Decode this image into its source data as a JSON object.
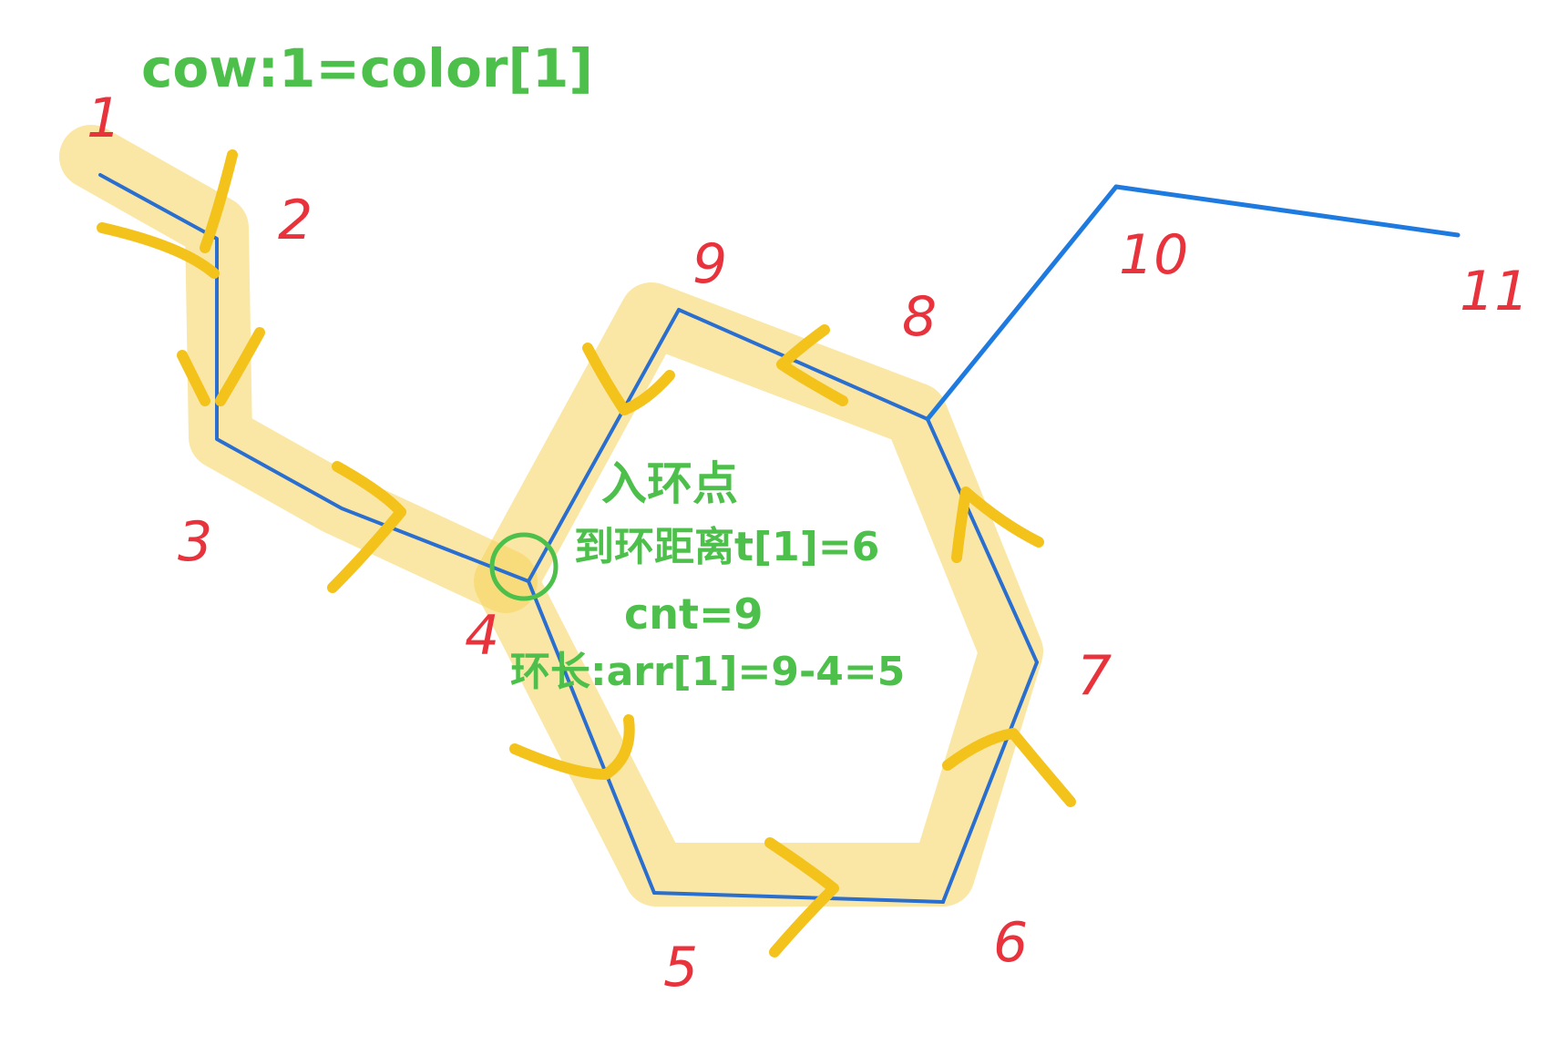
{
  "diagram": {
    "nodes": [
      {
        "id": "1",
        "label": "1"
      },
      {
        "id": "2",
        "label": "2"
      },
      {
        "id": "3",
        "label": "3"
      },
      {
        "id": "4",
        "label": "4"
      },
      {
        "id": "5",
        "label": "5"
      },
      {
        "id": "6",
        "label": "6"
      },
      {
        "id": "7",
        "label": "7"
      },
      {
        "id": "8",
        "label": "8"
      },
      {
        "id": "9",
        "label": "9"
      },
      {
        "id": "10",
        "label": "10"
      },
      {
        "id": "11",
        "label": "11"
      }
    ],
    "edges": [
      [
        "1",
        "2"
      ],
      [
        "2",
        "3"
      ],
      [
        "3",
        "4"
      ],
      [
        "4",
        "5"
      ],
      [
        "5",
        "6"
      ],
      [
        "6",
        "7"
      ],
      [
        "7",
        "8"
      ],
      [
        "8",
        "9"
      ],
      [
        "9",
        "4"
      ],
      [
        "8",
        "10"
      ],
      [
        "10",
        "11"
      ]
    ],
    "notes": {
      "top": "cow:1=color[1]",
      "entry_title": "入环点",
      "distance": "到环距离t[1]=6",
      "count": "cnt=9",
      "length": "环长:arr[1]=9-4=5"
    },
    "colors": {
      "edge": "#2a6fd0",
      "node_label": "#e8323c",
      "note": "#4cc04a",
      "highlight": "#f6d35b",
      "arrow": "#f3c21b"
    }
  }
}
